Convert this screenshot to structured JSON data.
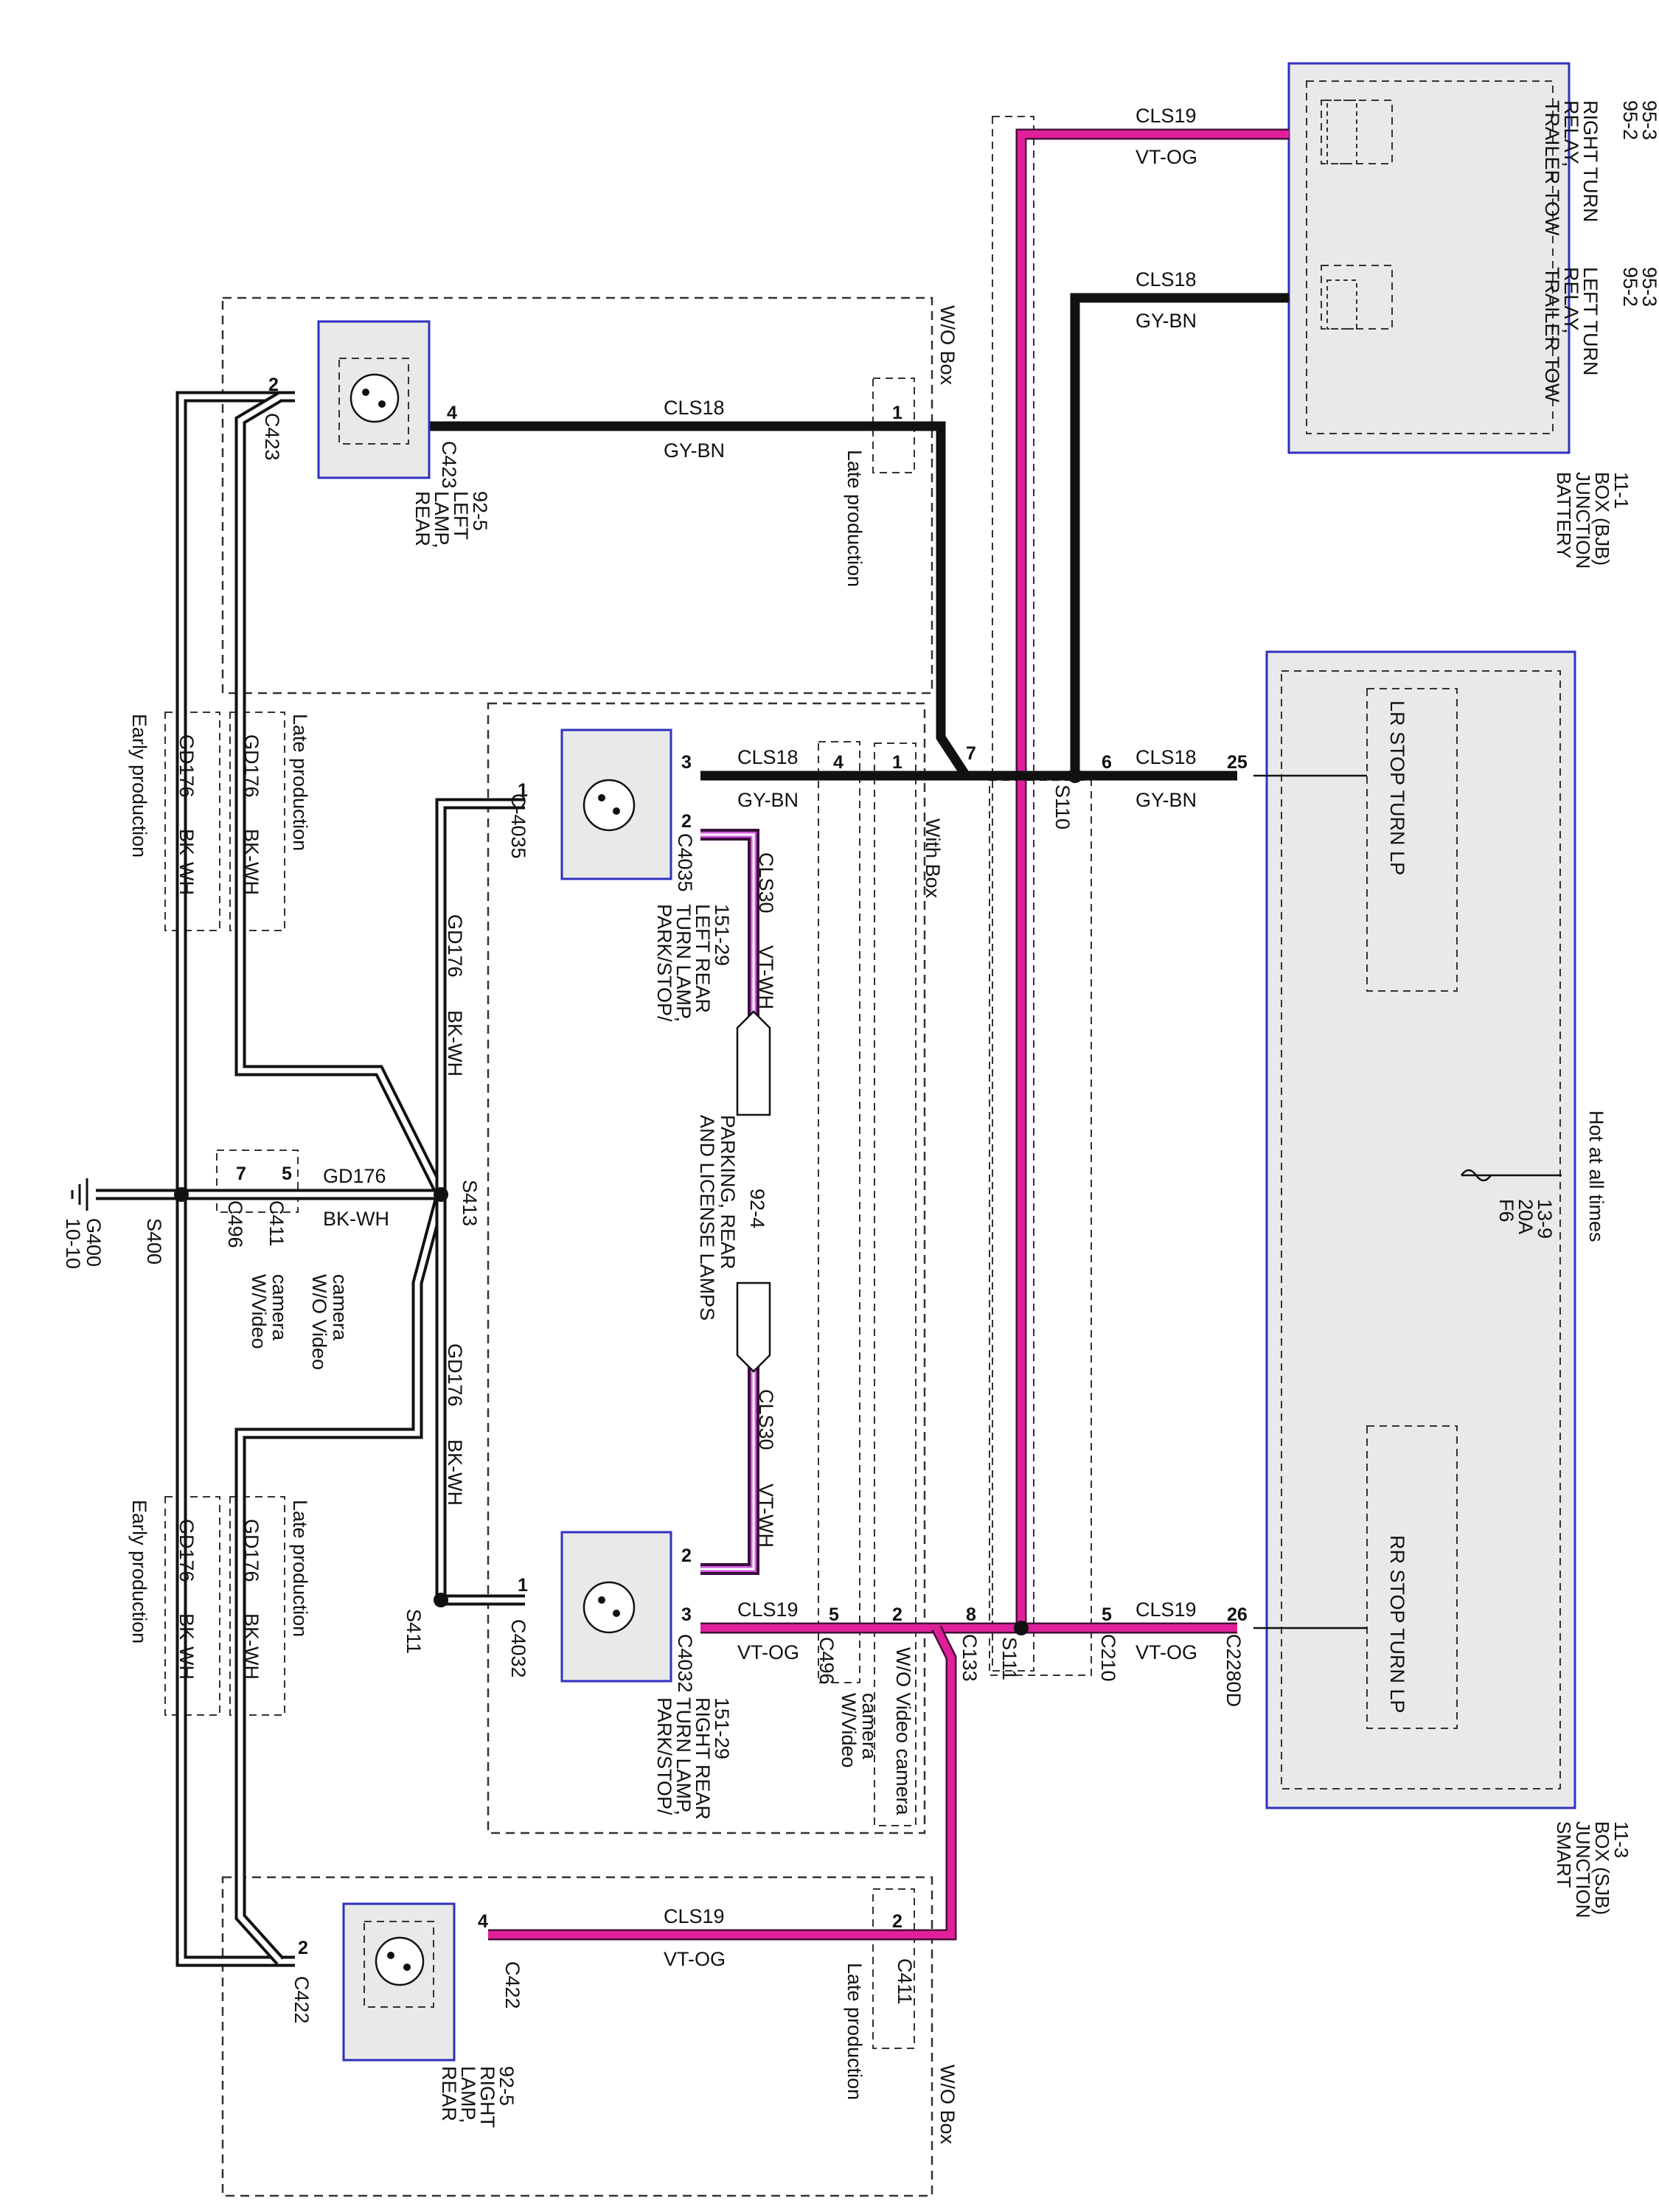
{
  "title": "",
  "colors": {
    "wire_vt_og": "#e0209a",
    "wire_gy_bn": "#111111",
    "wire_ground_bk_wh": "#111111",
    "wire_vt_wh": "#d25ae0",
    "module_fill": "#e9e9e9",
    "module_border": "#3030c0"
  },
  "modules": {
    "bjb": {
      "line1": "BATTERY",
      "line2": "JUNCTION",
      "line3": "BOX (BJB)",
      "line4": "11-1"
    },
    "sjb": {
      "line1": "SMART",
      "line2": "JUNCTION",
      "line3": "BOX (SJB)",
      "line4": "11-3"
    },
    "relay_right": {
      "line1": "TRAILER TOW",
      "line2": "RELAY,",
      "line3": "RIGHT TURN",
      "pin1": "95-2",
      "pin2": "95-3"
    },
    "relay_left": {
      "line1": "TRAILER TOW",
      "line2": "RELAY,",
      "line3": "LEFT TURN",
      "pin1": "95-2",
      "pin2": "95-3"
    },
    "sjb_lr": "LR STOP TURN LP",
    "sjb_rr": "RR STOP TURN LP",
    "sjb_hot": "Hot at all times",
    "fuse": {
      "line1": "F6",
      "line2": "20A",
      "line3": "13-9"
    }
  },
  "lamps": {
    "rear_left": {
      "line1": "REAR",
      "line2": "LAMP,",
      "line3": "LEFT",
      "line4": "92-5"
    },
    "rear_right": {
      "line1": "REAR",
      "line2": "LAMP,",
      "line3": "RIGHT",
      "line4": "92-5"
    },
    "pst_left": {
      "line1": "PARK/STOP/",
      "line2": "TURN LAMP,",
      "line3": "LEFT REAR",
      "line4": "151-29"
    },
    "pst_right": {
      "line1": "PARK/STOP/",
      "line2": "TURN LAMP,",
      "line3": "RIGHT REAR",
      "line4": "151-29"
    },
    "license": {
      "line1": "PARKING, REAR",
      "line2": "AND LICENSE LAMPS",
      "line3": "92-4"
    }
  },
  "wires": {
    "cls19": "CLS19",
    "vt_og": "VT-OG",
    "cls18": "CLS18",
    "gy_bn": "GY-BN",
    "cls30": "CLS30",
    "vt_wh": "VT-WH",
    "gd176": "GD176",
    "bk_wh": "BK-WH"
  },
  "connectors": {
    "c423": "C423",
    "c422": "C422",
    "c4035": "C4035",
    "c4035b": "C-4035",
    "c4032": "C4032",
    "c496": "C496",
    "c411": "C411",
    "c133": "C133",
    "c210": "C210",
    "c2280d": "C2280D"
  },
  "splices": {
    "s110": "S110",
    "s111": "S111",
    "s413": "S413",
    "s400": "S400",
    "s411": "S411"
  },
  "ground": {
    "name": "G400",
    "ref": "10-10"
  },
  "pins": {
    "p1": "1",
    "p2": "2",
    "p3": "3",
    "p4": "4",
    "p5": "5",
    "p6": "6",
    "p7": "7",
    "p8": "8",
    "p25": "25",
    "p26": "26"
  },
  "notes": {
    "wo_box": "W/O Box",
    "with_box": "With Box",
    "late_production": "Late production",
    "early_production": "Early production",
    "wo_video": "W/O Video",
    "wo_video_camera": "W/O Video camera",
    "w_video": "W/Video",
    "camera": "camera"
  }
}
